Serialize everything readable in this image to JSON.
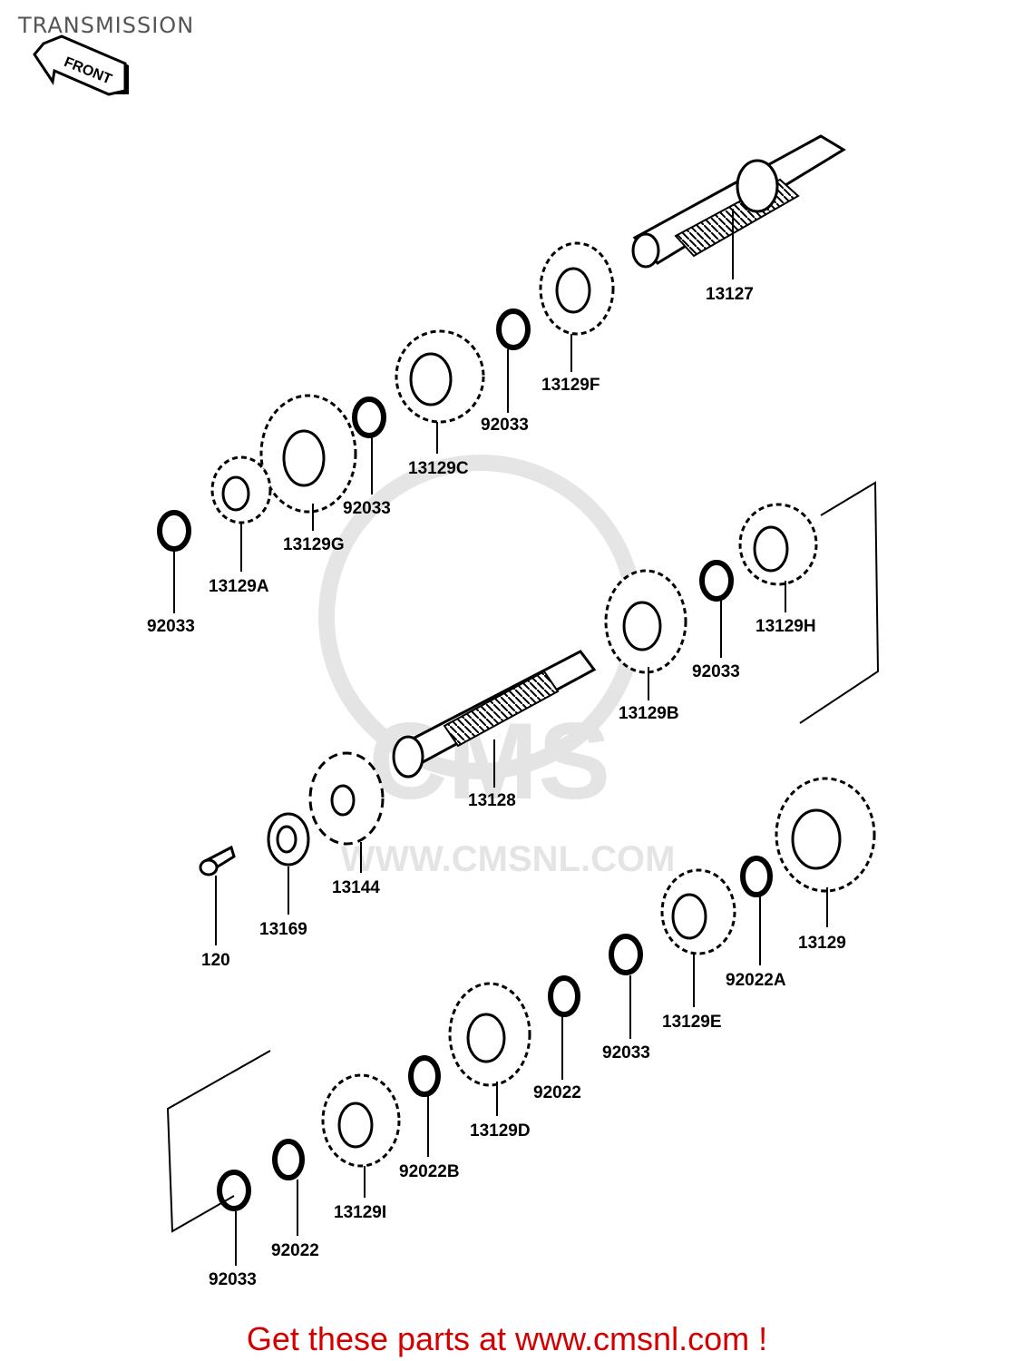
{
  "page": {
    "title": "TRANSMISSION",
    "front_label": "FRONT"
  },
  "watermark": {
    "brand": "CMS",
    "url": "WWW.CMSNL.COM"
  },
  "parts": {
    "p13127": "13127",
    "p13129F": "13129F",
    "p92033_a": "92033",
    "p13129C": "13129C",
    "p92033_b": "92033",
    "p13129G": "13129G",
    "p13129A": "13129A",
    "p92033_c": "92033",
    "p13129H": "13129H",
    "p92033_d": "92033",
    "p13129B": "13129B",
    "p13128": "13128",
    "p13144": "13144",
    "p13169": "13169",
    "p120": "120",
    "p13129": "13129",
    "p92022A": "92022A",
    "p13129E": "13129E",
    "p92033_e": "92033",
    "p92022": "92022",
    "p13129D": "13129D",
    "p92022B": "92022B",
    "p13129I": "13129I",
    "p92022_b": "92022",
    "p92033_f": "92033"
  },
  "footer": {
    "link_text": "Get these parts at www.cmsnl.com !"
  }
}
